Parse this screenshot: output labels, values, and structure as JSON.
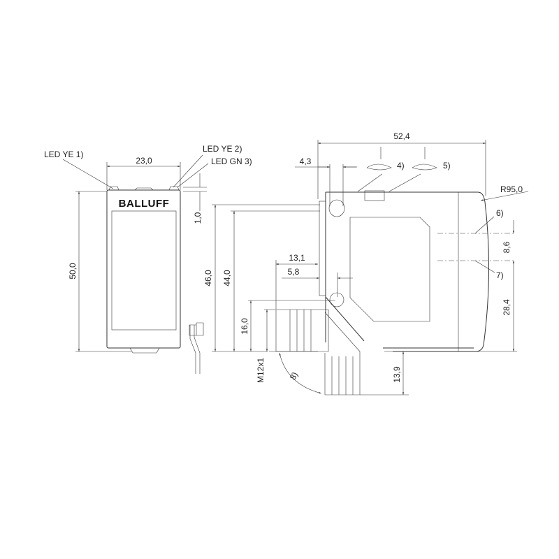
{
  "brand": "BALLUFF",
  "callouts": {
    "led_ye_1": "LED YE 1)",
    "led_ye_2": "LED YE 2)",
    "led_gn_3": "LED GN 3)",
    "note_4": "4)",
    "note_5": "5)",
    "note_6": "6)",
    "note_7": "7)",
    "note_8": "8)"
  },
  "dimensions": {
    "width_front": "23,0",
    "height_front": "50,0",
    "led_offset": "1,0",
    "length": "52,4",
    "hole_offset": "4,3",
    "radius": "R95,0",
    "beam_spacing": "8,6",
    "beam_height": "28,4",
    "height_46": "46,0",
    "height_44": "44,0",
    "connector_height": "16,0",
    "thread": "M12x1",
    "connector_depth": "13,1",
    "hole_depth": "5,8",
    "connector_down": "13,9"
  }
}
